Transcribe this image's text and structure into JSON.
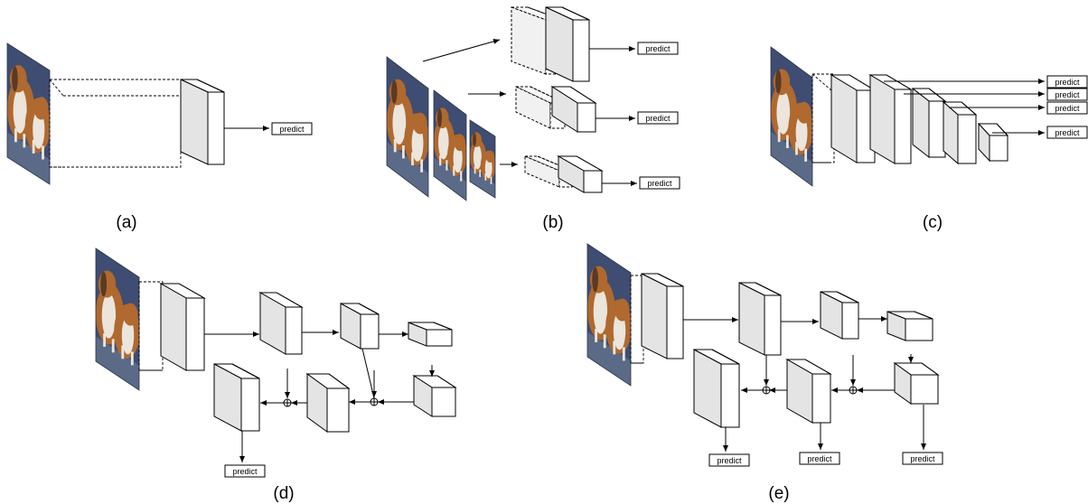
{
  "predict_label": "predict",
  "captions": [
    "(a)",
    "(b)",
    "(c)",
    "(d)",
    "(e)"
  ],
  "photo_colors": {
    "background": "#3f4d72",
    "dog_white": "#ebe5dc",
    "dog_tan": "#b0692e",
    "dog_dark": "#5a3a24",
    "floor": "#5b6a86"
  },
  "block_colors": {
    "side_face": "#e4e4e4",
    "front_face": "#ffffff",
    "stroke": "#000000",
    "ghost_side": "#f1f1f1"
  }
}
